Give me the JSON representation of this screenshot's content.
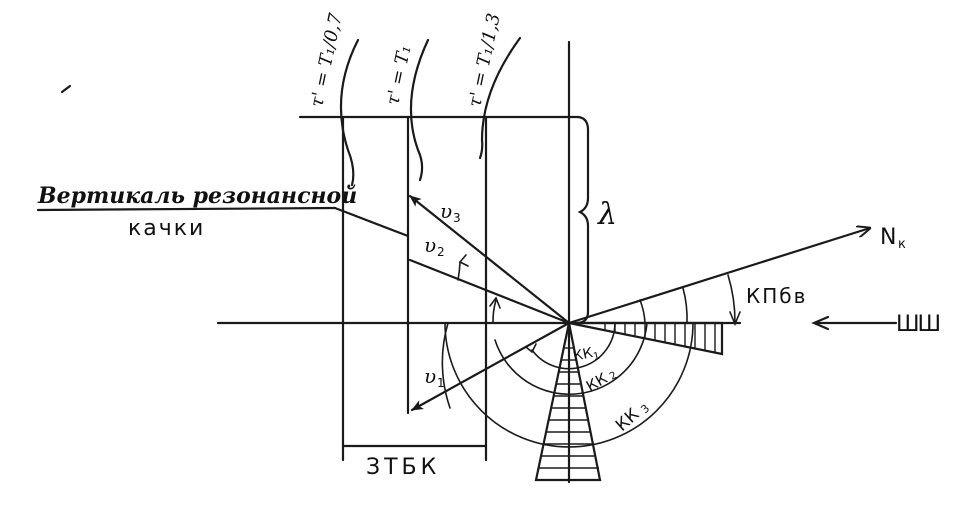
{
  "diagram": {
    "label_vertical_line1": "Вертикаль резонансной",
    "label_vertical_line2": "качки",
    "label_tau_1": "τ' = T₁/0,7",
    "label_tau_2": "τ' = T₁",
    "label_tau_3": "τ' = T₁/1,3",
    "label_lambda": "λ",
    "label_nk": "N",
    "label_nk_sub": "к",
    "label_kpbv": "КПбв",
    "label_wave": "ШШ",
    "label_v1": "υ",
    "label_v1_sub": "1",
    "label_v2": "υ",
    "label_v2_sub": "2",
    "label_v3": "υ",
    "label_v3_sub": "3",
    "label_kk1": "КК",
    "label_kk1_sub": "1",
    "label_kk2": "КК",
    "label_kk2_sub": "2",
    "label_kk3": "КК",
    "label_kk3_sub": "3",
    "label_ztbk": "ЗТБК"
  }
}
